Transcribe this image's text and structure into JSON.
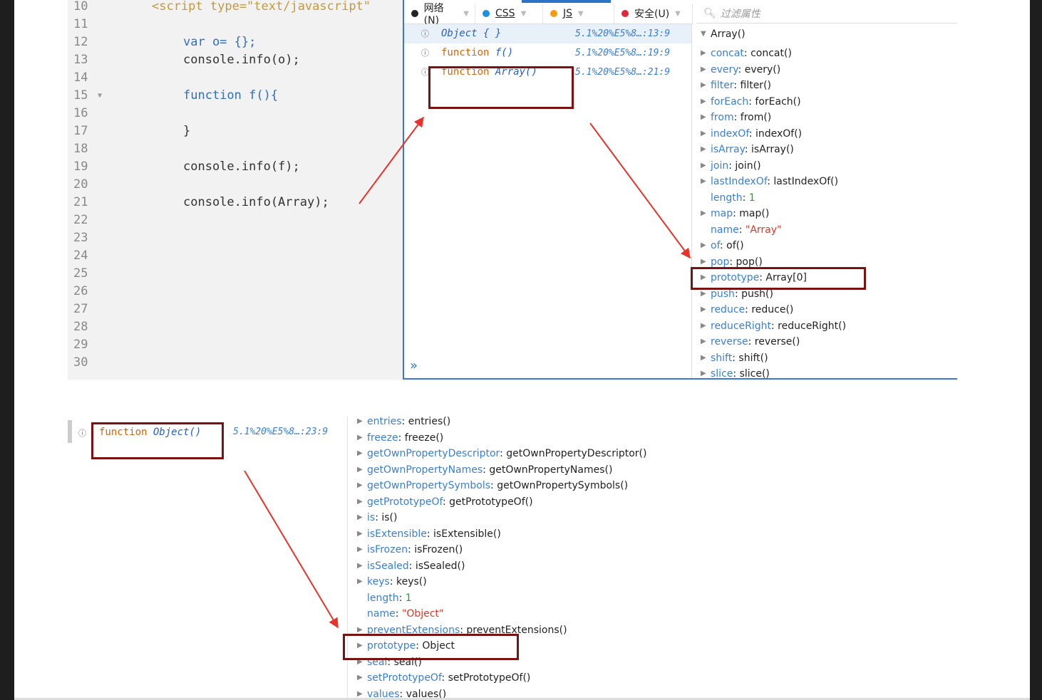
{
  "editor": {
    "lines": [
      {
        "num": "10",
        "code": "<script type=\"text/javascript\""
      },
      {
        "num": "11",
        "code": ""
      },
      {
        "num": "12",
        "code": "var o= {};"
      },
      {
        "num": "13",
        "code": "console.info(o);"
      },
      {
        "num": "14",
        "code": ""
      },
      {
        "num": "15",
        "code": "function f(){"
      },
      {
        "num": "16",
        "code": ""
      },
      {
        "num": "17",
        "code": "}"
      },
      {
        "num": "18",
        "code": ""
      },
      {
        "num": "19",
        "code": "console.info(f);"
      },
      {
        "num": "20",
        "code": ""
      },
      {
        "num": "21",
        "code": "console.info(Array);"
      },
      {
        "num": "22",
        "code": ""
      },
      {
        "num": "23",
        "code": ""
      },
      {
        "num": "24",
        "code": ""
      },
      {
        "num": "25",
        "code": ""
      },
      {
        "num": "26",
        "code": ""
      },
      {
        "num": "27",
        "code": ""
      },
      {
        "num": "28",
        "code": ""
      },
      {
        "num": "29",
        "code": ""
      },
      {
        "num": "30",
        "code": ""
      }
    ]
  },
  "devtools": {
    "filters": {
      "network": "网络(N)",
      "css": "CSS",
      "js": "JS",
      "security": "安全(U)"
    },
    "search_placeholder": "过滤属性",
    "console_rows": [
      {
        "kind": "object",
        "text": "Object {  }",
        "src": "5.1%20%E5%8…:13:9"
      },
      {
        "kind": "function",
        "keyword": "function",
        "name": "f()",
        "src": "5.1%20%E5%8…:19:9"
      },
      {
        "kind": "function",
        "keyword": "function",
        "name": "Array()",
        "src": "5.1%20%E5%8…:21:9"
      }
    ],
    "prompt": "»",
    "tree_root": "Array()",
    "array_props": [
      {
        "key": "concat",
        "value": "concat()"
      },
      {
        "key": "every",
        "value": "every()"
      },
      {
        "key": "filter",
        "value": "filter()"
      },
      {
        "key": "forEach",
        "value": "forEach()"
      },
      {
        "key": "from",
        "value": "from()"
      },
      {
        "key": "indexOf",
        "value": "indexOf()"
      },
      {
        "key": "isArray",
        "value": "isArray()"
      },
      {
        "key": "join",
        "value": "join()"
      },
      {
        "key": "lastIndexOf",
        "value": "lastIndexOf()"
      },
      {
        "key": "length",
        "value": "1"
      },
      {
        "key": "map",
        "value": "map()"
      },
      {
        "key": "name",
        "value": "\"Array\""
      },
      {
        "key": "of",
        "value": "of()"
      },
      {
        "key": "pop",
        "value": "pop()"
      },
      {
        "key": "prototype",
        "value": "Array[0]"
      },
      {
        "key": "push",
        "value": "push()"
      },
      {
        "key": "reduce",
        "value": "reduce()"
      },
      {
        "key": "reduceRight",
        "value": "reduceRight()"
      },
      {
        "key": "reverse",
        "value": "reverse()"
      },
      {
        "key": "shift",
        "value": "shift()"
      },
      {
        "key": "slice",
        "value": "slice()"
      }
    ]
  },
  "object_block": {
    "keyword": "function",
    "name": "Object()",
    "src": "5.1%20%E5%8…:23:9",
    "props": [
      {
        "key": "entries",
        "value": "entries()"
      },
      {
        "key": "freeze",
        "value": "freeze()"
      },
      {
        "key": "getOwnPropertyDescriptor",
        "value": "getOwnPropertyDescriptor()"
      },
      {
        "key": "getOwnPropertyNames",
        "value": "getOwnPropertyNames()"
      },
      {
        "key": "getOwnPropertySymbols",
        "value": "getOwnPropertySymbols()"
      },
      {
        "key": "getPrototypeOf",
        "value": "getPrototypeOf()"
      },
      {
        "key": "is",
        "value": "is()"
      },
      {
        "key": "isExtensible",
        "value": "isExtensible()"
      },
      {
        "key": "isFrozen",
        "value": "isFrozen()"
      },
      {
        "key": "isSealed",
        "value": "isSealed()"
      },
      {
        "key": "keys",
        "value": "keys()"
      },
      {
        "key": "length",
        "value": "1"
      },
      {
        "key": "name",
        "value": "\"Object\""
      },
      {
        "key": "preventExtensions",
        "value": "preventExtensions()"
      },
      {
        "key": "prototype",
        "value": "Object"
      },
      {
        "key": "seal",
        "value": "seal()"
      },
      {
        "key": "setPrototypeOf",
        "value": "setPrototypeOf()"
      },
      {
        "key": "values",
        "value": "values()"
      }
    ]
  },
  "colors": {
    "highlight_box": "#7a1212",
    "arrow": "#e8322a",
    "link_blue": "#3a7fd0"
  }
}
